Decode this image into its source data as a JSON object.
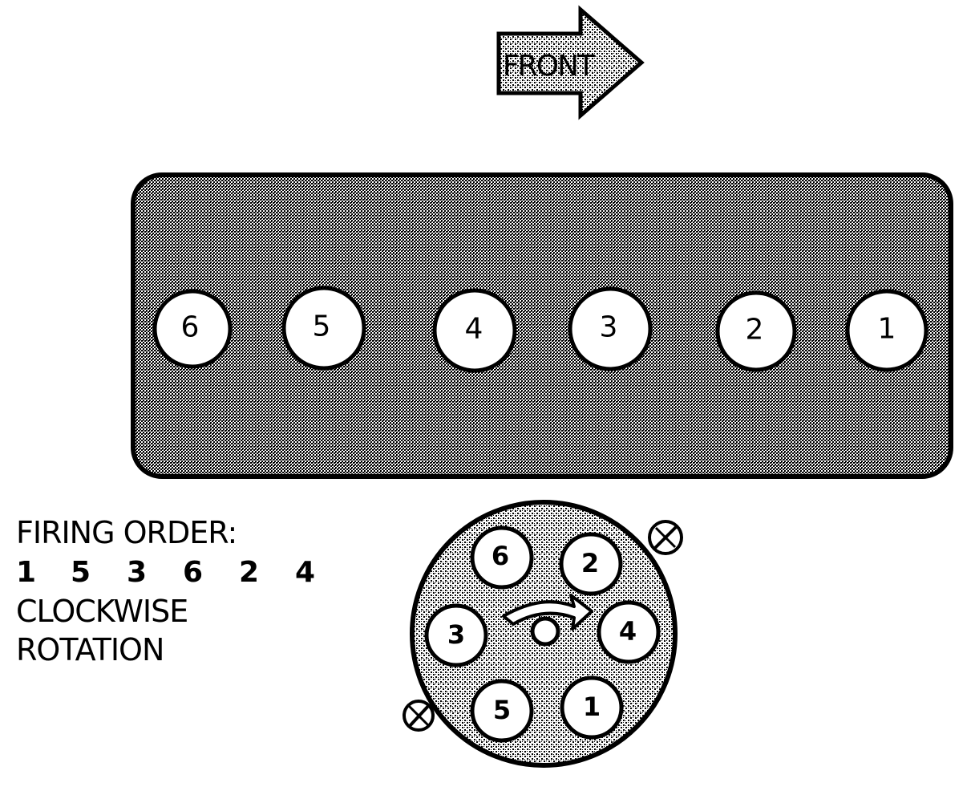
{
  "front_label": "FRONT",
  "cylinders": [
    "6",
    "5",
    "4",
    "3",
    "2",
    "1"
  ],
  "firing_order": {
    "title": "FIRING ORDER:",
    "sequence": [
      "1",
      "5",
      "3",
      "6",
      "2",
      "4"
    ],
    "rotation_line1": "CLOCKWISE",
    "rotation_line2": "ROTATION"
  },
  "distributor_terminals": [
    "6",
    "2",
    "3",
    "4",
    "5",
    "1"
  ],
  "icons": {
    "front_arrow": "arrow-right-icon",
    "rotation_arrow": "clockwise-arrow-icon",
    "mount_screw": "screw-icon"
  },
  "colors": {
    "ink": "#000000",
    "fill_pattern": "#9a9a9a",
    "background": "#ffffff"
  }
}
